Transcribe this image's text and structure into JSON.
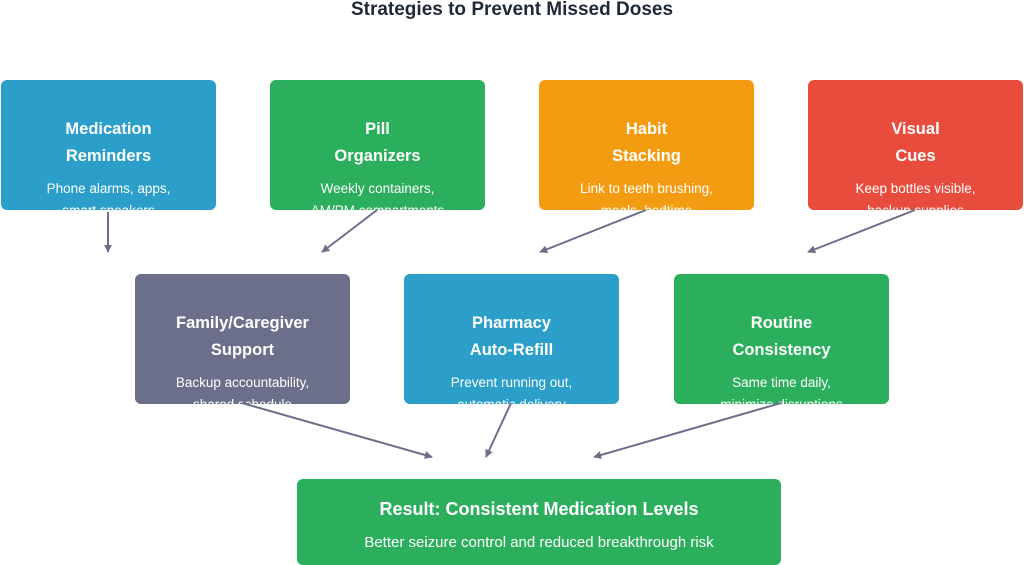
{
  "title": "Strategies to Prevent Missed Doses",
  "colors": {
    "blue": "#2b9fc9",
    "green": "#2baf5c",
    "orange": "#f39c12",
    "red": "#e74c3c",
    "slate": "#6b6f8a",
    "arrow": "#6b6f8a"
  },
  "strategies": [
    {
      "title_lines": [
        "Medication",
        "Reminders"
      ],
      "desc_lines": [
        "Phone alarms, apps,",
        "smart speakers"
      ],
      "color": "#2b9fc9"
    },
    {
      "title_lines": [
        "Pill",
        "Organizers"
      ],
      "desc_lines": [
        "Weekly containers,",
        "AM/PM compartments"
      ],
      "color": "#2baf5c"
    },
    {
      "title_lines": [
        "Habit",
        "Stacking"
      ],
      "desc_lines": [
        "Link to teeth brushing,",
        "meals, bedtime"
      ],
      "color": "#f39c12"
    },
    {
      "title_lines": [
        "Visual",
        "Cues"
      ],
      "desc_lines": [
        "Keep bottles visible,",
        "backup supplies"
      ],
      "color": "#e74c3c"
    },
    {
      "title_lines": [
        "Family/Caregiver",
        "Support"
      ],
      "desc_lines": [
        "Backup accountability,",
        "shared schedule"
      ],
      "color": "#6b6f8a"
    },
    {
      "title_lines": [
        "Pharmacy",
        "Auto-Refill"
      ],
      "desc_lines": [
        "Prevent running out,",
        "automatic delivery"
      ],
      "color": "#2b9fc9"
    },
    {
      "title_lines": [
        "Routine",
        "Consistency"
      ],
      "desc_lines": [
        "Same time daily,",
        "minimize disruptions"
      ],
      "color": "#2baf5c"
    }
  ],
  "result": {
    "title": "Result: Consistent Medication Levels",
    "desc": "Better seizure control and reduced breakthrough risk",
    "color": "#2baf5c"
  }
}
